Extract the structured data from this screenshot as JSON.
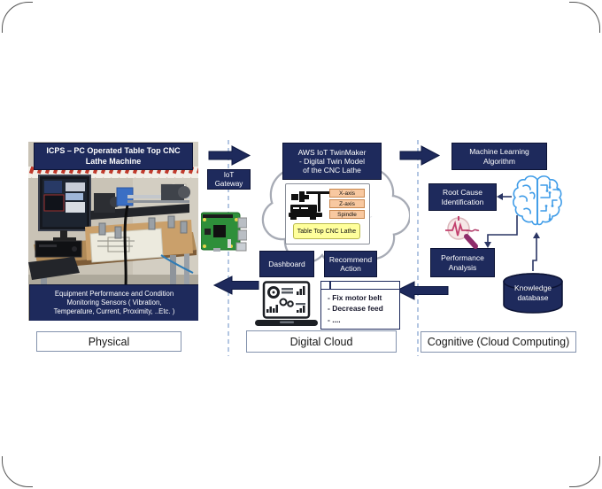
{
  "physical": {
    "photo_header": "ICPS – PC Operated Table Top CNC\nLathe Machine",
    "photo_caption": "Equipment Performance and Condition\nMonitoring Sensors ( Vibration,\nTemperature, Current, Proximity, ..Etc. )",
    "section_label": "Physical"
  },
  "gateway": {
    "label": "IoT\nGateway"
  },
  "digital": {
    "twinmaker_title": "AWS IoT TwinMaker\n- Digital Twin Model\nof the CNC Lathe",
    "axes": [
      "X-axis",
      "Z-axis",
      "Spindle"
    ],
    "model_label": "Table Top CNC Lathe",
    "dashboard_label": "Dashboard",
    "recommend_label": "Recommend\nAction",
    "recommendations": "- Fix motor belt\n- Decrease feed\n- ....",
    "section_label": "Digital Cloud"
  },
  "cognitive": {
    "ml_label": "Machine Learning\nAlgorithm",
    "root_cause_label": "Root Cause\nIdentification",
    "performance_label": "Performance\nAnalysis",
    "knowledge_label": "Knowledge\ndatabase",
    "section_label": "Cognitive (Cloud Computing)"
  },
  "colors": {
    "navy": "#1e2a5c",
    "brain_blue": "#3f9ce8",
    "dashed_line": "#9ab4d8",
    "axis_orange": "#f8c8a0",
    "model_yellow": "#ffff9c",
    "magnifier_magenta": "#8e2d6b"
  }
}
